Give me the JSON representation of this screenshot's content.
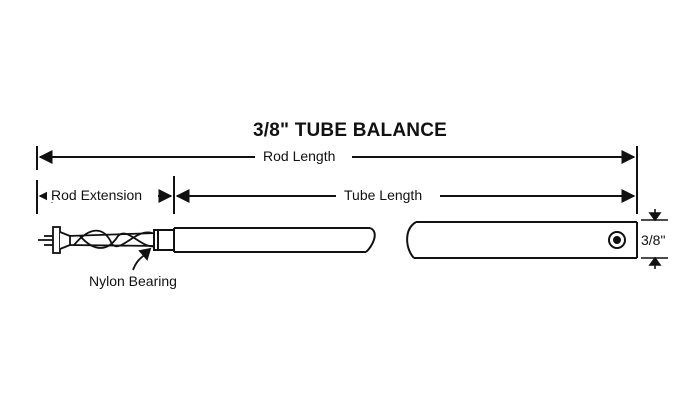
{
  "title": "3/8\" TUBE BALANCE",
  "labels": {
    "rod_length": "Rod Length",
    "rod_extension": "Rod Extension",
    "tube_length": "Tube Length",
    "diameter": "3/8\"",
    "nylon_bearing": "Nylon Bearing"
  },
  "colors": {
    "line": "#111111",
    "background": "#ffffff"
  }
}
